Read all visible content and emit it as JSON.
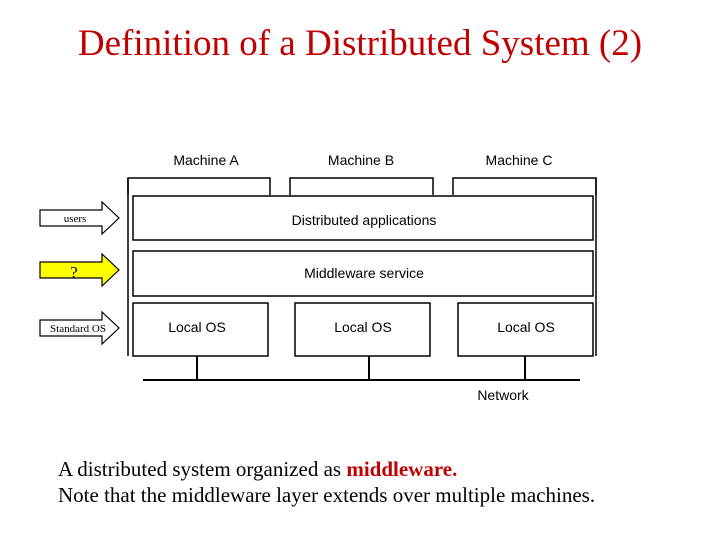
{
  "slide": {
    "title": "Definition of a Distributed System (2)"
  },
  "diagram": {
    "machines": [
      "Machine A",
      "Machine B",
      "Machine C"
    ],
    "layers": {
      "applications": "Distributed applications",
      "middleware": "Middleware service",
      "local_os": "Local OS"
    },
    "arrows": {
      "users": "users",
      "question": "?",
      "standard_os": "Standard OS"
    },
    "network_label": "Network",
    "colors": {
      "highlight_arrow": "#ffff00",
      "line": "#000000"
    }
  },
  "caption": {
    "line1_prefix": "A distributed system organized as ",
    "line1_highlight": "middleware.",
    "line2": "Note that the middleware layer extends over multiple machines."
  }
}
